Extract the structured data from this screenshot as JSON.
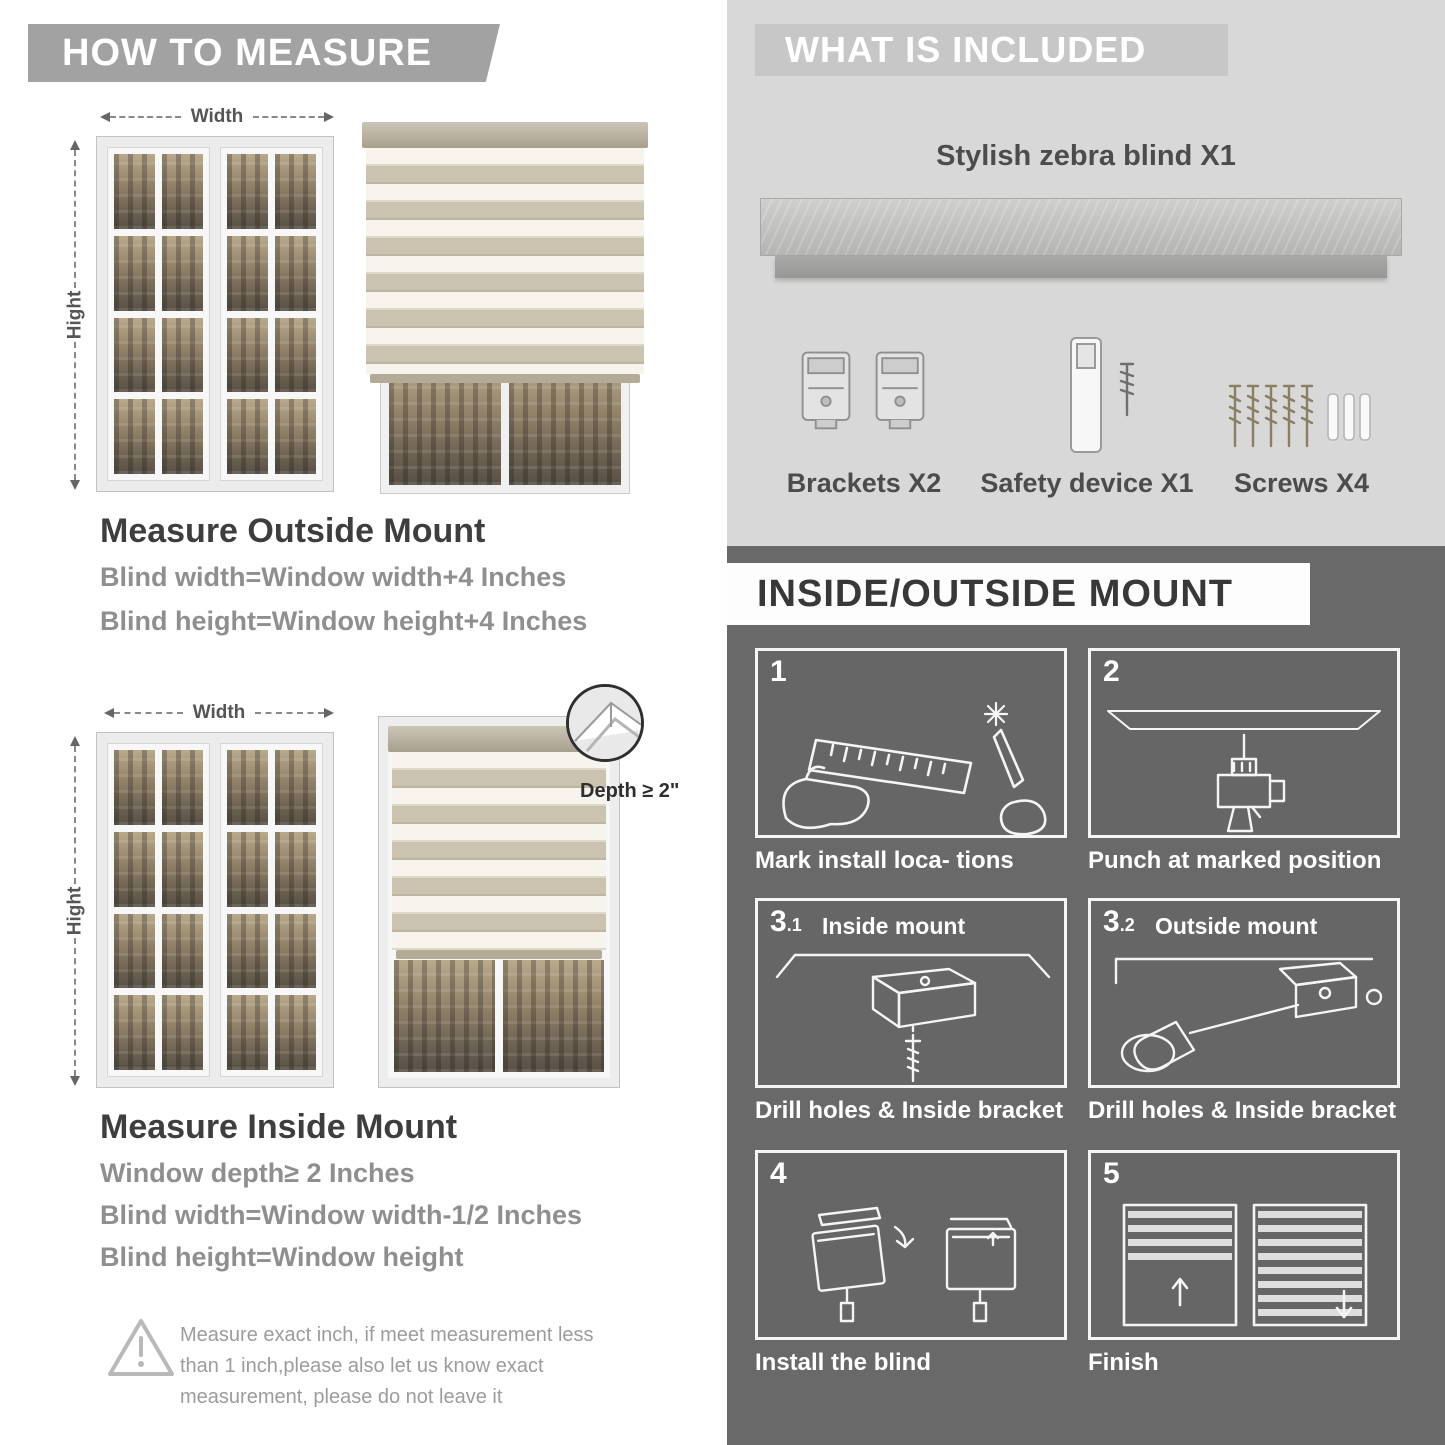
{
  "colors": {
    "banner_gray": "#a2a2a2",
    "included_banner": "#c7c7c7",
    "included_bg": "#d8d8d8",
    "mount_bg": "#696969",
    "heading_text": "#3e3e3e",
    "body_text": "#8f8f8f"
  },
  "how_to_measure": {
    "banner": "HOW TO MEASURE",
    "outside": {
      "width_label": "Width",
      "height_label": "Hight",
      "heading": "Measure Outside Mount",
      "lines": [
        "Blind width=Window width+4 Inches",
        "Blind height=Window height+4 Inches"
      ]
    },
    "inside": {
      "width_label": "Width",
      "height_label": "Hight",
      "depth_label": "Depth ≥ 2\"",
      "heading": "Measure Inside Mount",
      "lines": [
        "Window depth≥ 2 Inches",
        "Blind width=Window width-1/2 Inches",
        "Blind height=Window height"
      ]
    },
    "warning": "Measure exact inch, if meet measurement less than 1 inch,please also let us know exact measurement, please do not leave it"
  },
  "included": {
    "banner": "WHAT IS INCLUDED",
    "product": "Stylish zebra blind X1",
    "items": [
      "Brackets X2",
      "Safety device X1",
      "Screws X4"
    ]
  },
  "mount": {
    "banner": "INSIDE/OUTSIDE MOUNT",
    "steps": [
      {
        "num": "1",
        "sub": "",
        "title": "",
        "caption": "Mark install loca- tions"
      },
      {
        "num": "2",
        "sub": "",
        "title": "",
        "caption": "Punch at  marked position"
      },
      {
        "num": "3",
        "sub": ".1",
        "title": "Inside mount",
        "caption": "Drill holes &  Inside bracket"
      },
      {
        "num": "3",
        "sub": ".2",
        "title": "Outside mount",
        "caption": "Drill holes &  Inside bracket"
      },
      {
        "num": "4",
        "sub": "",
        "title": "",
        "caption": "Install the blind"
      },
      {
        "num": "5",
        "sub": "",
        "title": "",
        "caption": "Finish"
      }
    ]
  }
}
